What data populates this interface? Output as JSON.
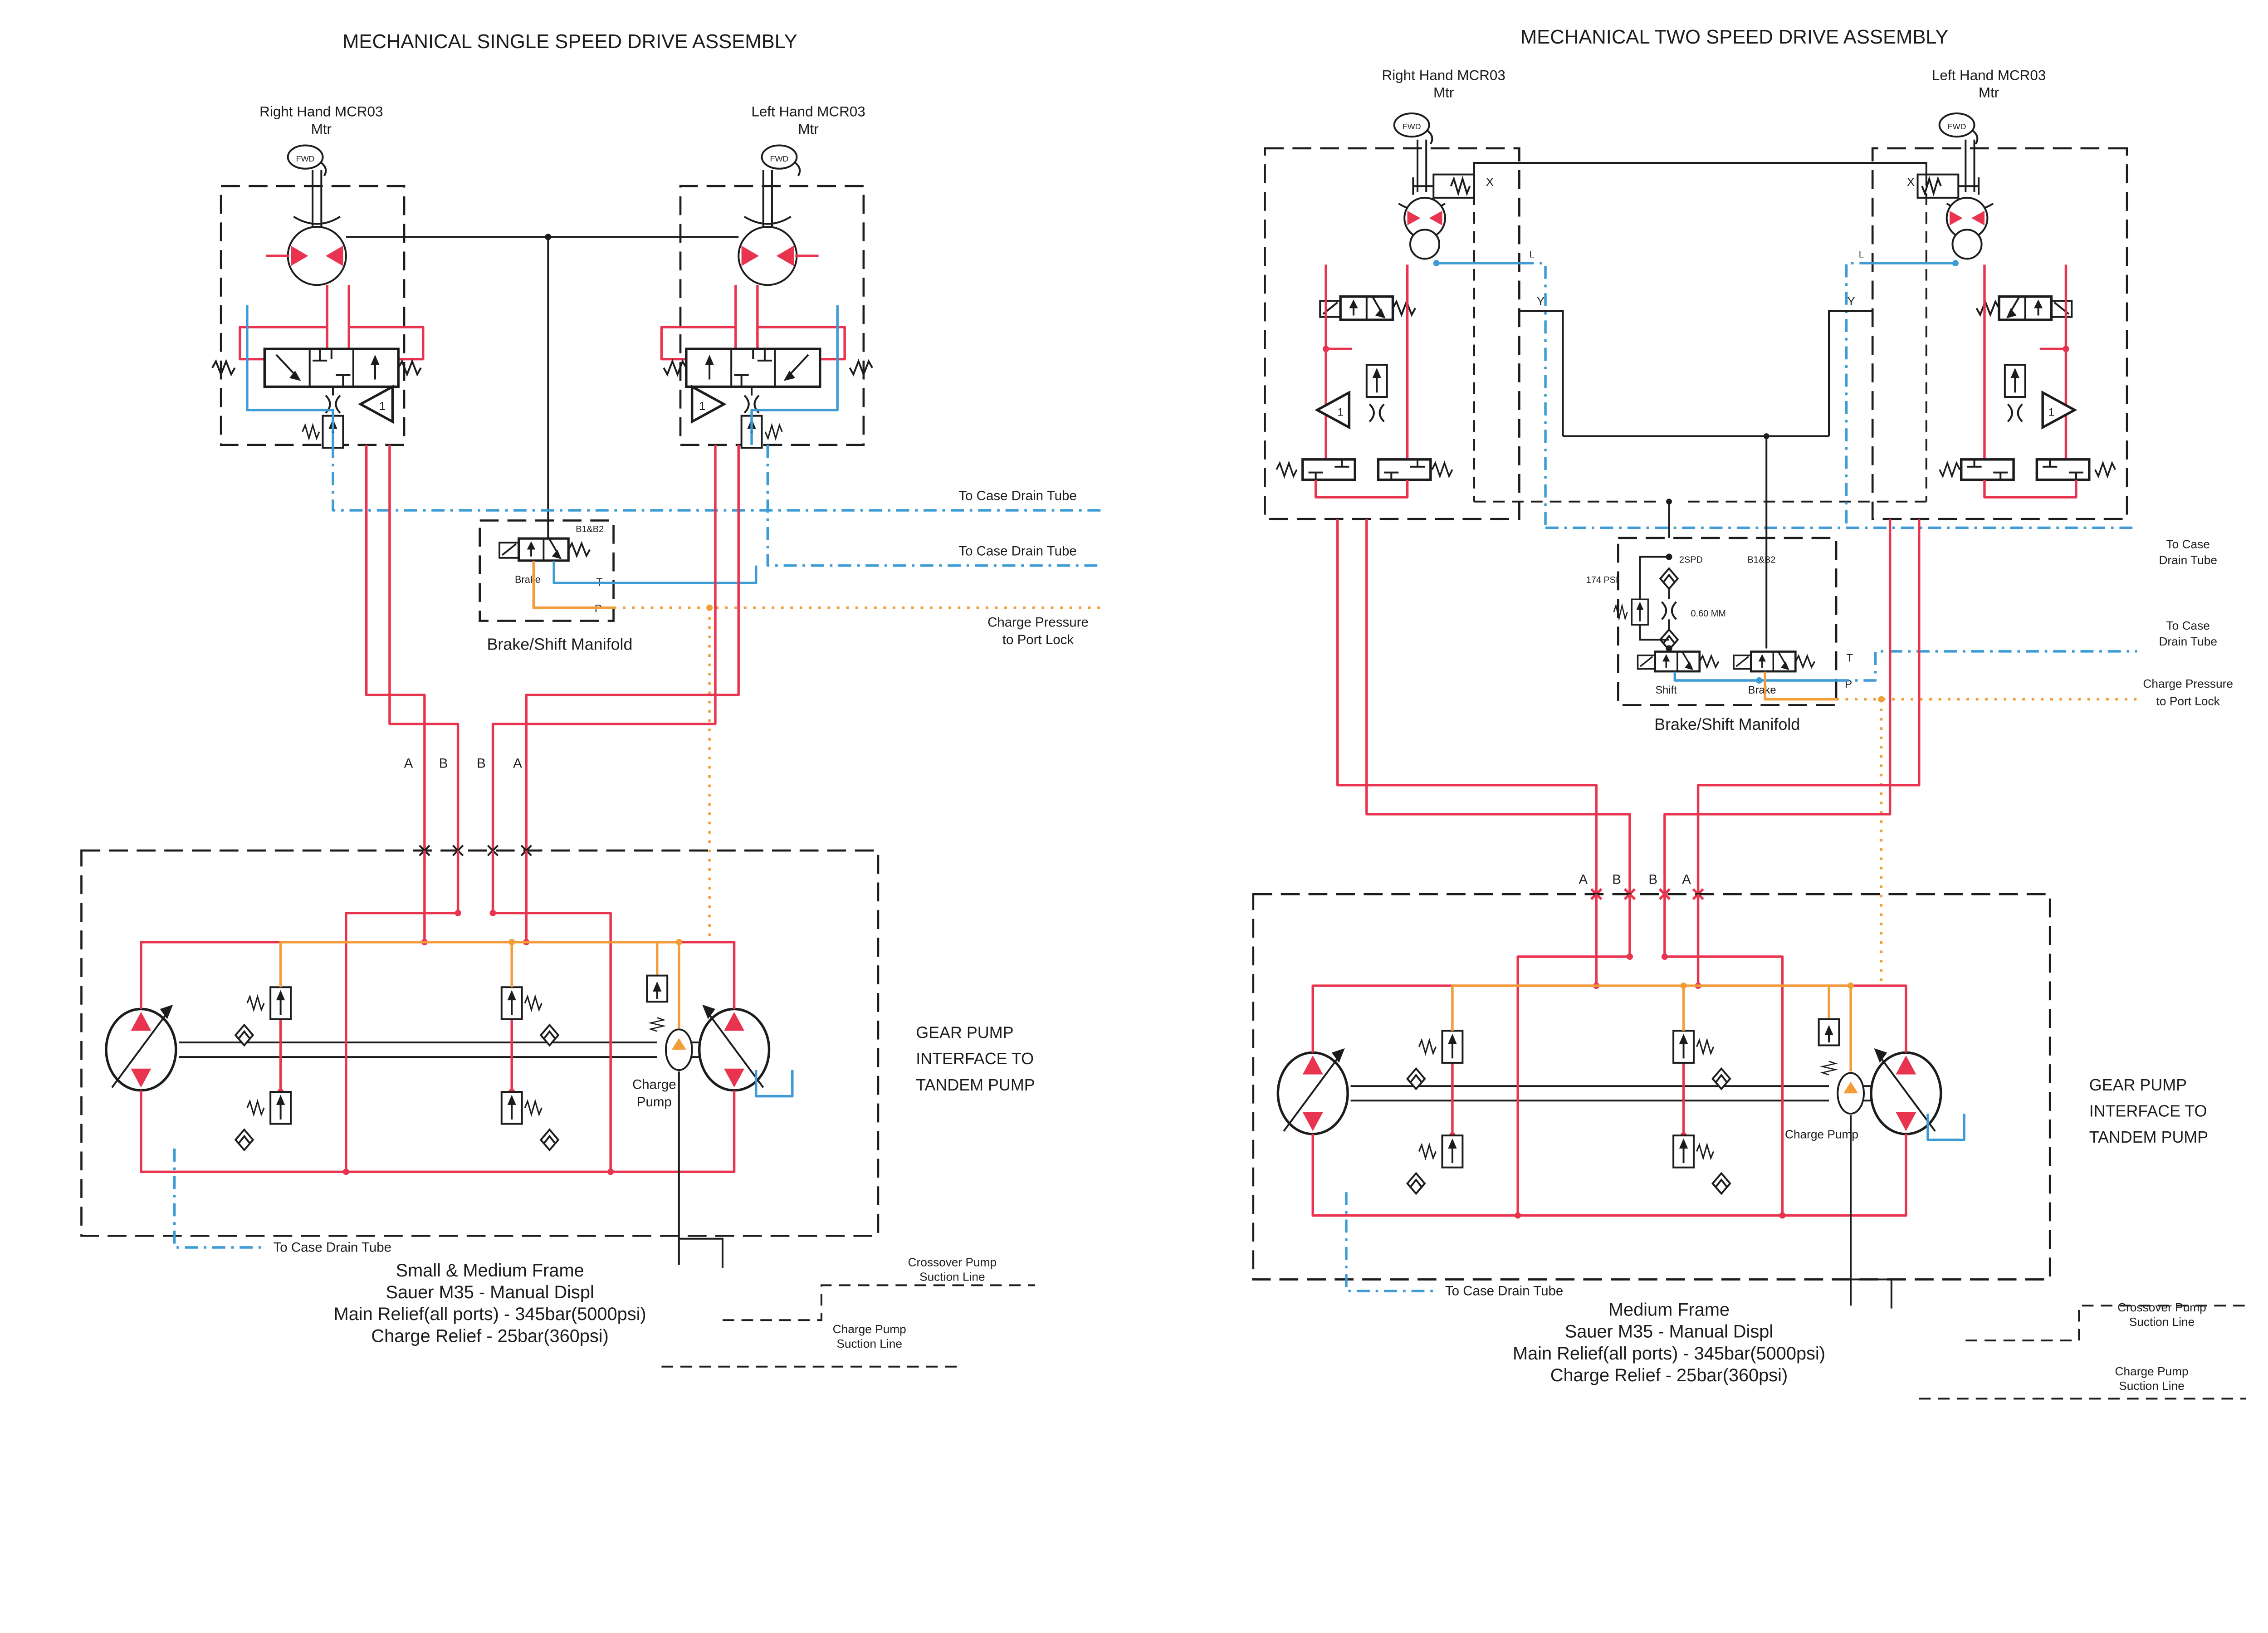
{
  "colors": {
    "line_red": "#e8344e",
    "line_blue": "#3d9bd5",
    "line_orange": "#f29d38",
    "line_black": "#1c1c1c"
  },
  "left": {
    "title": "MECHANICAL SINGLE SPEED DRIVE ASSEMBLY",
    "rh_motor_1": "Right Hand MCR03",
    "rh_motor_2": "Mtr",
    "lh_motor_1": "Left Hand MCR03",
    "lh_motor_2": "Mtr",
    "fwd": "FWD",
    "one": "1",
    "b1b2": "B1&B2",
    "brake": "Brake",
    "t": "T",
    "p": "P",
    "manifold_caption": "Brake/Shift Manifold",
    "port_a1": "A",
    "port_b1": "B",
    "port_b2": "B",
    "port_a2": "A",
    "case_drain_1": "To Case Drain Tube",
    "case_drain_2": "To Case Drain Tube",
    "charge_pressure_1": "Charge Pressure",
    "charge_pressure_2": "to Port Lock",
    "case_drain_bottom": "To Case Drain Tube",
    "charge_pump_1": "Charge",
    "charge_pump_2": "Pump",
    "gear_1": "GEAR PUMP",
    "gear_2": "INTERFACE TO",
    "gear_3": "TANDEM PUMP",
    "crossover_1": "Crossover Pump",
    "crossover_2": "Suction Line",
    "charge_suction_1": "Charge Pump",
    "charge_suction_2": "Suction Line",
    "footer_1": "Small & Medium Frame",
    "footer_2": "Sauer M35 - Manual Displ",
    "footer_3": "Main Relief(all ports) - 345bar(5000psi)",
    "footer_4": "Charge Relief - 25bar(360psi)"
  },
  "right": {
    "title": "MECHANICAL TWO SPEED DRIVE ASSEMBLY",
    "rh_motor_1": "Right Hand MCR03",
    "rh_motor_2": "Mtr",
    "lh_motor_1": "Left Hand MCR03",
    "lh_motor_2": "Mtr",
    "fwd": "FWD",
    "one": "1",
    "x": "X",
    "l": "L",
    "y": "Y",
    "spd": "2SPD",
    "psi": "174 PSI",
    "mm": "0.60 MM",
    "b1b2": "B1&B2",
    "shift": "Shift",
    "brake": "Brake",
    "t": "T",
    "p": "P",
    "manifold_caption": "Brake/Shift Manifold",
    "port_a1": "A",
    "port_b1": "B",
    "port_b2": "B",
    "port_a2": "A",
    "case_drain_1a": "To Case",
    "case_drain_1b": "Drain Tube",
    "case_drain_2a": "To Case",
    "case_drain_2b": "Drain Tube",
    "charge_pressure_1": "Charge Pressure",
    "charge_pressure_2": "to Port Lock",
    "case_drain_bottom": "To Case Drain Tube",
    "charge_pump": "Charge Pump",
    "gear_1": "GEAR PUMP",
    "gear_2": "INTERFACE TO",
    "gear_3": "TANDEM PUMP",
    "crossover_1": "Crossover Pump",
    "crossover_2": "Suction Line",
    "charge_suction_1": "Charge Pump",
    "charge_suction_2": "Suction Line",
    "footer_1": "Medium Frame",
    "footer_2": "Sauer M35 - Manual Displ",
    "footer_3": "Main Relief(all ports) - 345bar(5000psi)",
    "footer_4": "Charge Relief - 25bar(360psi)"
  }
}
